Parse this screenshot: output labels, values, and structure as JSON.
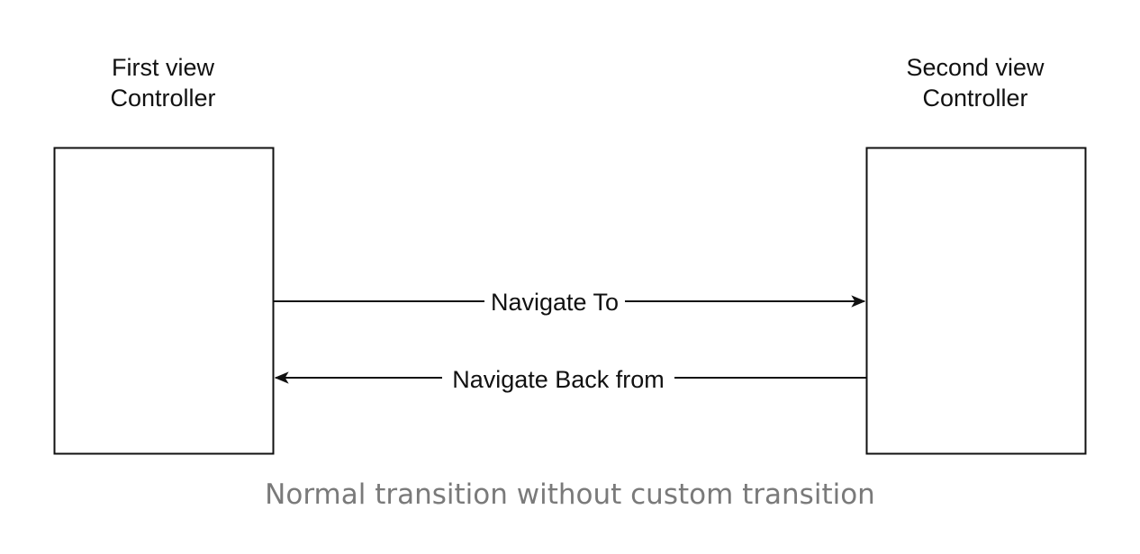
{
  "diagram": {
    "nodes": {
      "first": {
        "title_line1": "First view",
        "title_line2": "Controller"
      },
      "second": {
        "title_line1": "Second view",
        "title_line2": "Controller"
      }
    },
    "edges": {
      "forward": {
        "label": "Navigate To",
        "from": "first",
        "to": "second"
      },
      "back": {
        "label": "Navigate Back from",
        "from": "second",
        "to": "first"
      }
    }
  },
  "caption": "Normal transition without custom transition",
  "colors": {
    "stroke": "#111111",
    "caption": "#7a7a7a",
    "background": "#ffffff"
  }
}
